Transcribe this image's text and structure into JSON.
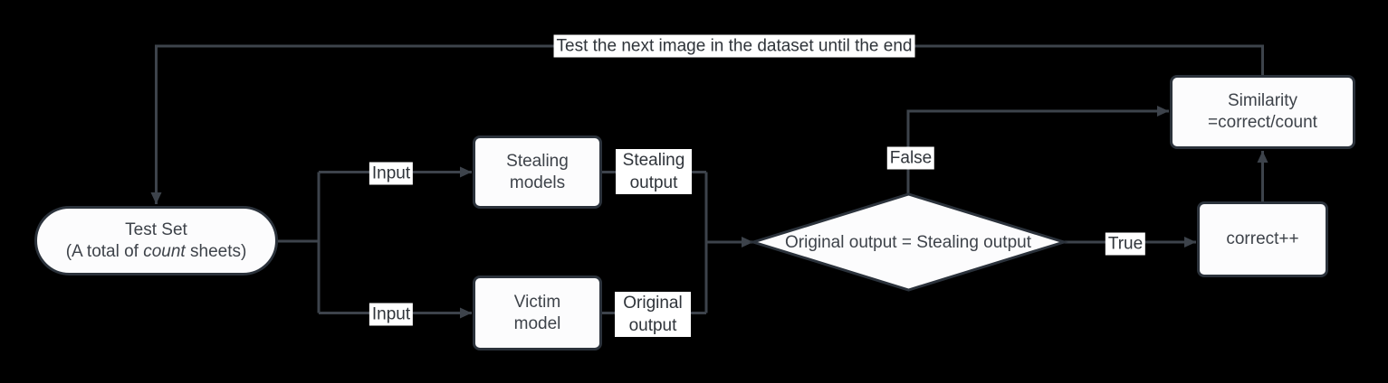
{
  "colors": {
    "background": "#000000",
    "line": "#3d434b",
    "node_border": "#2b323b",
    "node_fill": "#fcfcfd",
    "node_text": "#3e434a",
    "label_bg": "#ffffff",
    "label_text": "#2f343a"
  },
  "nodes": {
    "test_set": {
      "line1": "Test Set",
      "line2": {
        "prefix": "(A total of ",
        "italic": "count",
        "suffix": " sheets)"
      }
    },
    "stealing_models": {
      "lines": [
        "Stealing",
        "models"
      ]
    },
    "victim_model": {
      "lines": [
        "Victim",
        "model"
      ]
    },
    "decision": {
      "label": "Original output = Stealing output"
    },
    "similarity": {
      "lines": [
        "Similarity",
        "=correct/count"
      ]
    },
    "correct": {
      "label": "correct++"
    }
  },
  "edge_labels": {
    "loop": "Test the next image in the dataset until the end",
    "input_top": "Input",
    "input_bottom": "Input",
    "stealing_output": "Stealing output",
    "original_output": "Original output",
    "false": "False",
    "true": "True"
  }
}
